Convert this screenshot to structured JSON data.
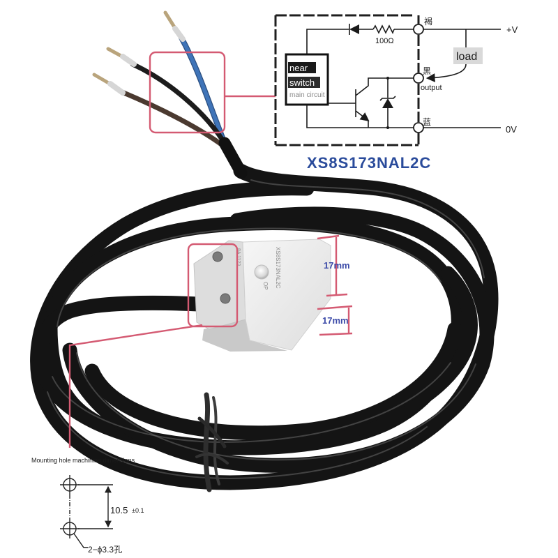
{
  "circuit": {
    "terminals": {
      "brown": "褐",
      "black": "黑",
      "blue": "蓝"
    },
    "supply_positive": "+V",
    "supply_zero": "0V",
    "resistor_value": "100Ω",
    "load_label": "load",
    "output_label": "output",
    "main_circuit": {
      "line1": "near",
      "line2": "switch",
      "line3": "main circuit"
    }
  },
  "model_number": "XS8S173NAL2C",
  "sensor_print": {
    "model": "XS8S173NAL2C",
    "indicator": "OP",
    "code": "8A 1123"
  },
  "dimensions": {
    "side_a": "17mm",
    "side_b": "17mm"
  },
  "mounting_holes": {
    "title": "Mounting hole machining dimensions",
    "spacing": "10.5",
    "tolerance": "±0.1",
    "hole_spec": "2−ϕ3.3孔"
  },
  "colors": {
    "callout": "#d45a72",
    "model_text": "#2a4b9b",
    "dimension_text": "#3b4aa8",
    "wire_blue": "#3f74b8",
    "wire_black": "#1c1c1c",
    "wire_brown": "#4b3a30",
    "cable": "#141414"
  }
}
